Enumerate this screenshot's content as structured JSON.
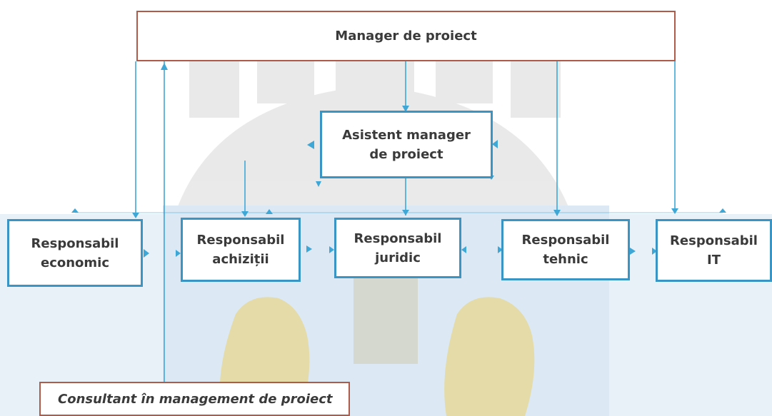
{
  "colors": {
    "box_border_top": "#b05b4a",
    "box_border": "#3a95c4",
    "connector": "#3fa7d6",
    "text": "#3a3a3a",
    "emblem_gold": "#f3c419",
    "background_blue": "#dce9f5"
  },
  "boxes": {
    "manager": "Manager de proiect",
    "assistant": "Asistent manager\nde proiect",
    "economic": "Responsabil\neconomic",
    "achizitii": "Responsabil\nachiziții",
    "juridic": "Responsabil\njuridic",
    "tehnic": "Responsabil\ntehnic",
    "it": "Responsabil\nIT",
    "consultant": "Consultant în management de proiect"
  }
}
